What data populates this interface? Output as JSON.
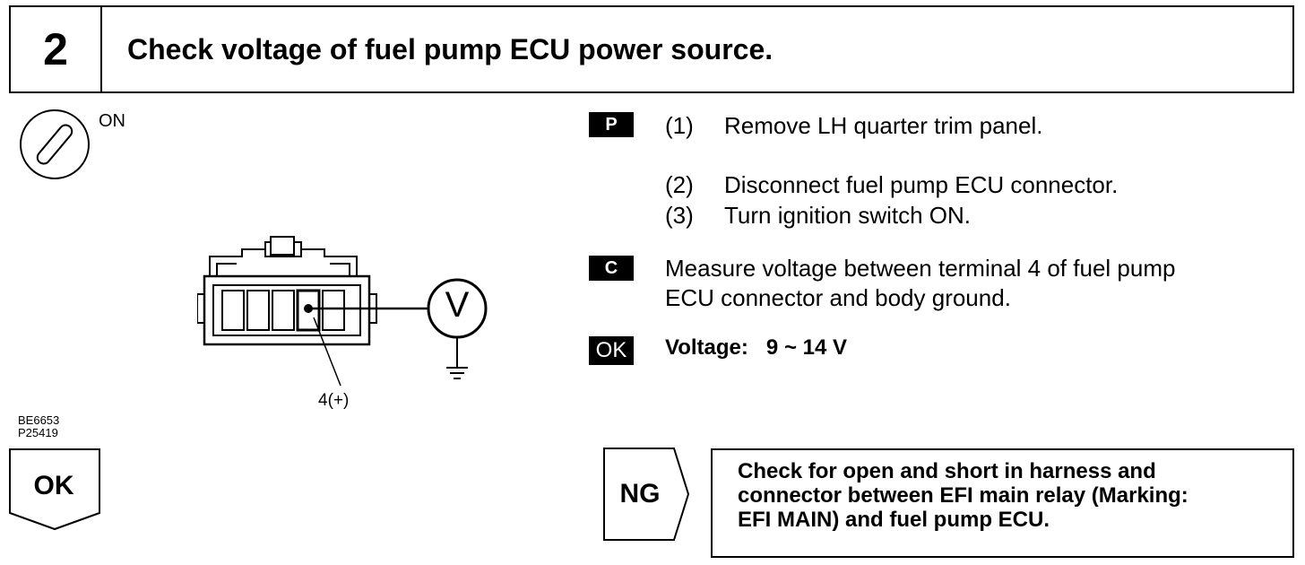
{
  "header": {
    "step_number": "2",
    "title": "Check voltage of fuel pump ECU power source."
  },
  "ignition": {
    "label": "ON",
    "icon": "ignition-key-icon"
  },
  "figure": {
    "terminal_label": "4(+)",
    "meter_symbol": "V",
    "codes": [
      "BE6653",
      "P25419"
    ]
  },
  "badges": {
    "prep": "P",
    "check": "C",
    "ok": "OK"
  },
  "steps": [
    {
      "n": "(1)",
      "text": "Remove LH quarter trim panel."
    },
    {
      "n": "(2)",
      "text": "Disconnect fuel pump ECU connector."
    },
    {
      "n": "(3)",
      "text": "Turn ignition switch ON."
    }
  ],
  "measure": {
    "line1": "Measure voltage between terminal 4 of fuel pump",
    "line2": "ECU connector and body ground."
  },
  "spec": {
    "label": "Voltage:",
    "value": "9 ~ 14 V"
  },
  "results": {
    "ok_label": "OK",
    "ng_label": "NG",
    "ng_lines": [
      "Check for open and short in harness and",
      "connector between EFI main relay (Marking:",
      "EFI MAIN) and fuel pump ECU."
    ]
  }
}
